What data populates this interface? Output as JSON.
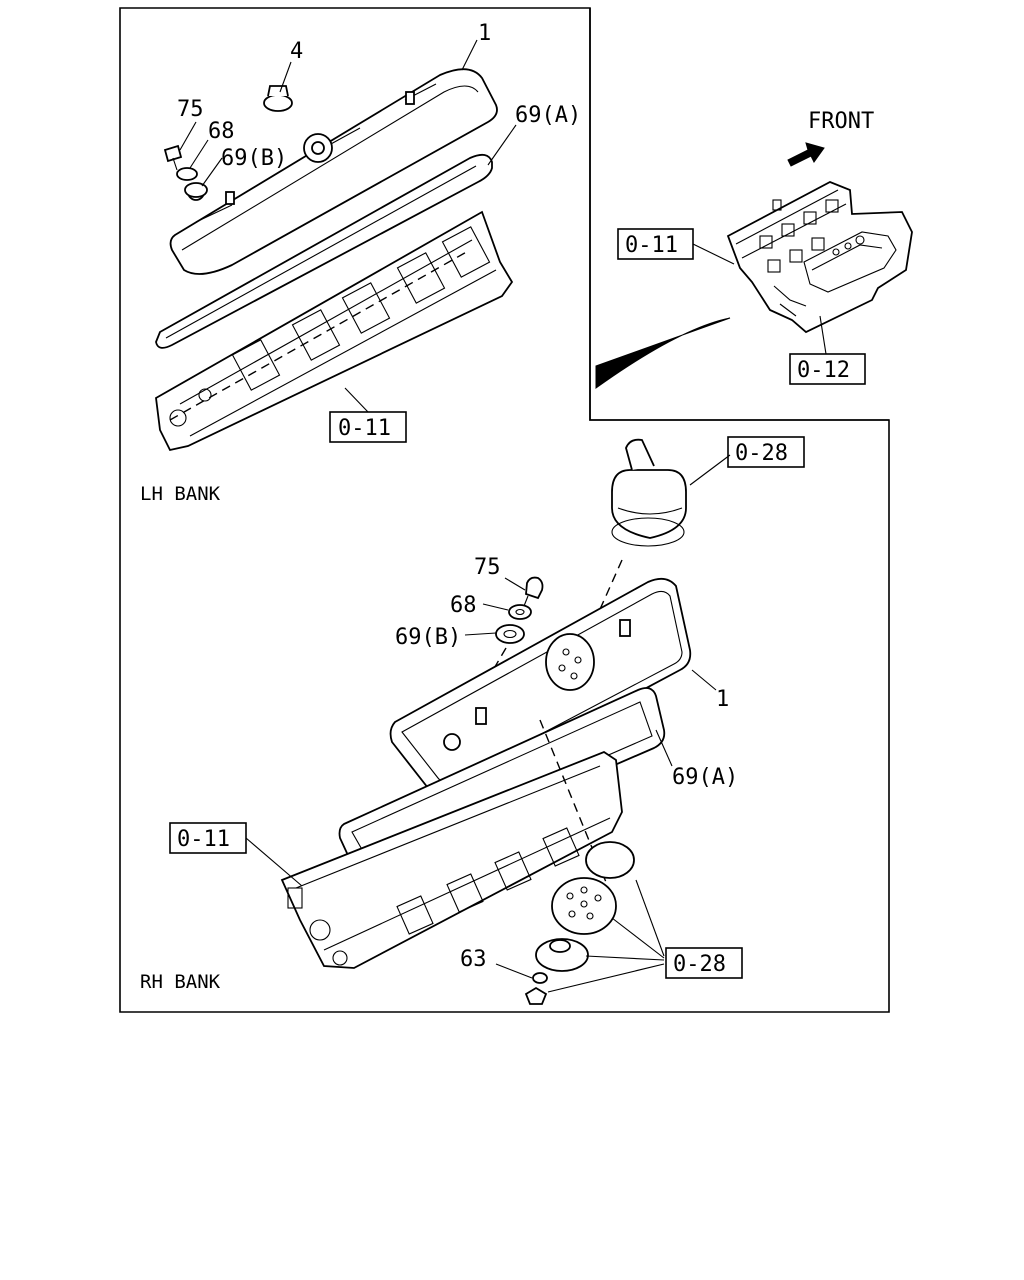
{
  "top_diagram": {
    "bank_label": "LH BANK",
    "callouts": {
      "cover": "1",
      "cap": "4",
      "bolt": "75",
      "washer": "68",
      "seal": "69(B)",
      "gasket": "69(A)",
      "head_ref": "0-11"
    }
  },
  "inset_diagram": {
    "direction_label": "FRONT",
    "ref_head": "0-11",
    "ref_block": "0-12"
  },
  "bottom_diagram": {
    "bank_label": "RH BANK",
    "callouts": {
      "pcv_ref": "0-28",
      "bolt": "75",
      "washer": "68",
      "seal": "69(B)",
      "cover": "1",
      "gasket": "69(A)",
      "head_ref": "0-11",
      "nut": "63",
      "plate_ref": "0-28"
    }
  }
}
